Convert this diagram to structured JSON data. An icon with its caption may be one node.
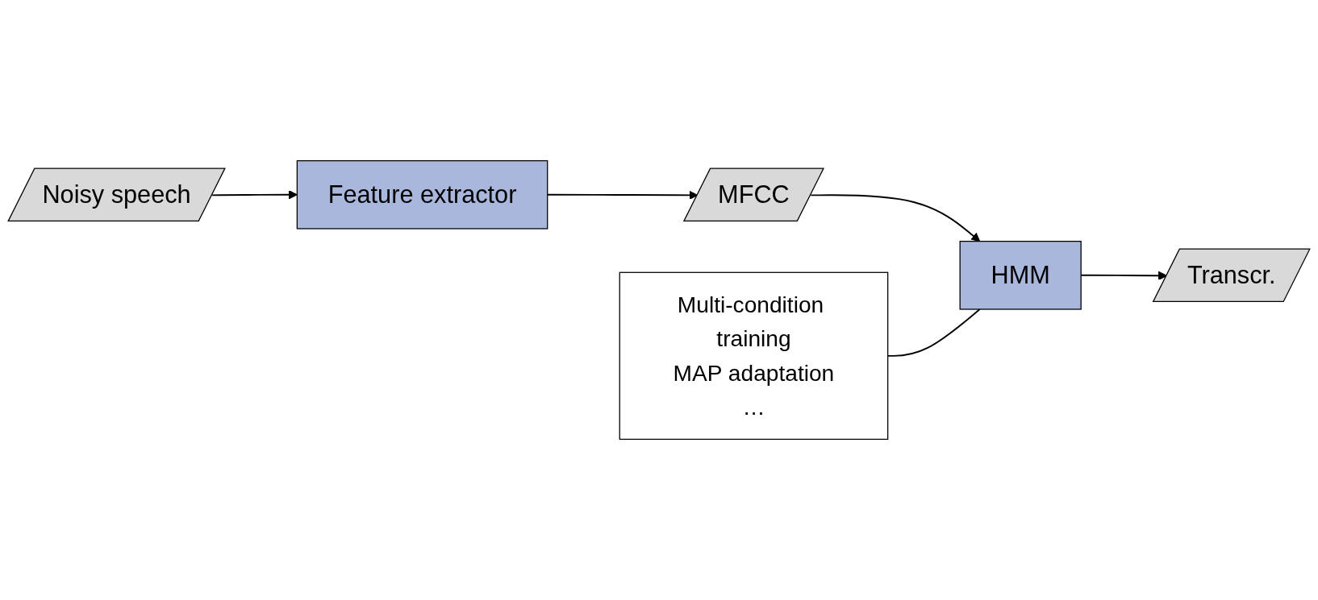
{
  "diagram": {
    "nodes": [
      {
        "text": [
          "Noisy speech"
        ]
      },
      {
        "text": [
          "Feature extractor"
        ]
      },
      {
        "text": [
          "MFCC"
        ]
      },
      {
        "text": [
          "HMM"
        ]
      },
      {
        "text": [
          "Transcr."
        ]
      },
      {
        "text": [
          "Multi-condition training",
          "MAP adaptation",
          "…"
        ]
      }
    ],
    "edges": [
      {
        "from": 0,
        "to": 1,
        "arrow": "to"
      },
      {
        "from": 1,
        "to": 2,
        "arrow": "to"
      },
      {
        "from": 2,
        "to": 3,
        "arrow": "to"
      },
      {
        "from": 3,
        "to": 4,
        "arrow": "to"
      },
      {
        "from": 5,
        "to": 3,
        "arrow": "none"
      }
    ]
  }
}
